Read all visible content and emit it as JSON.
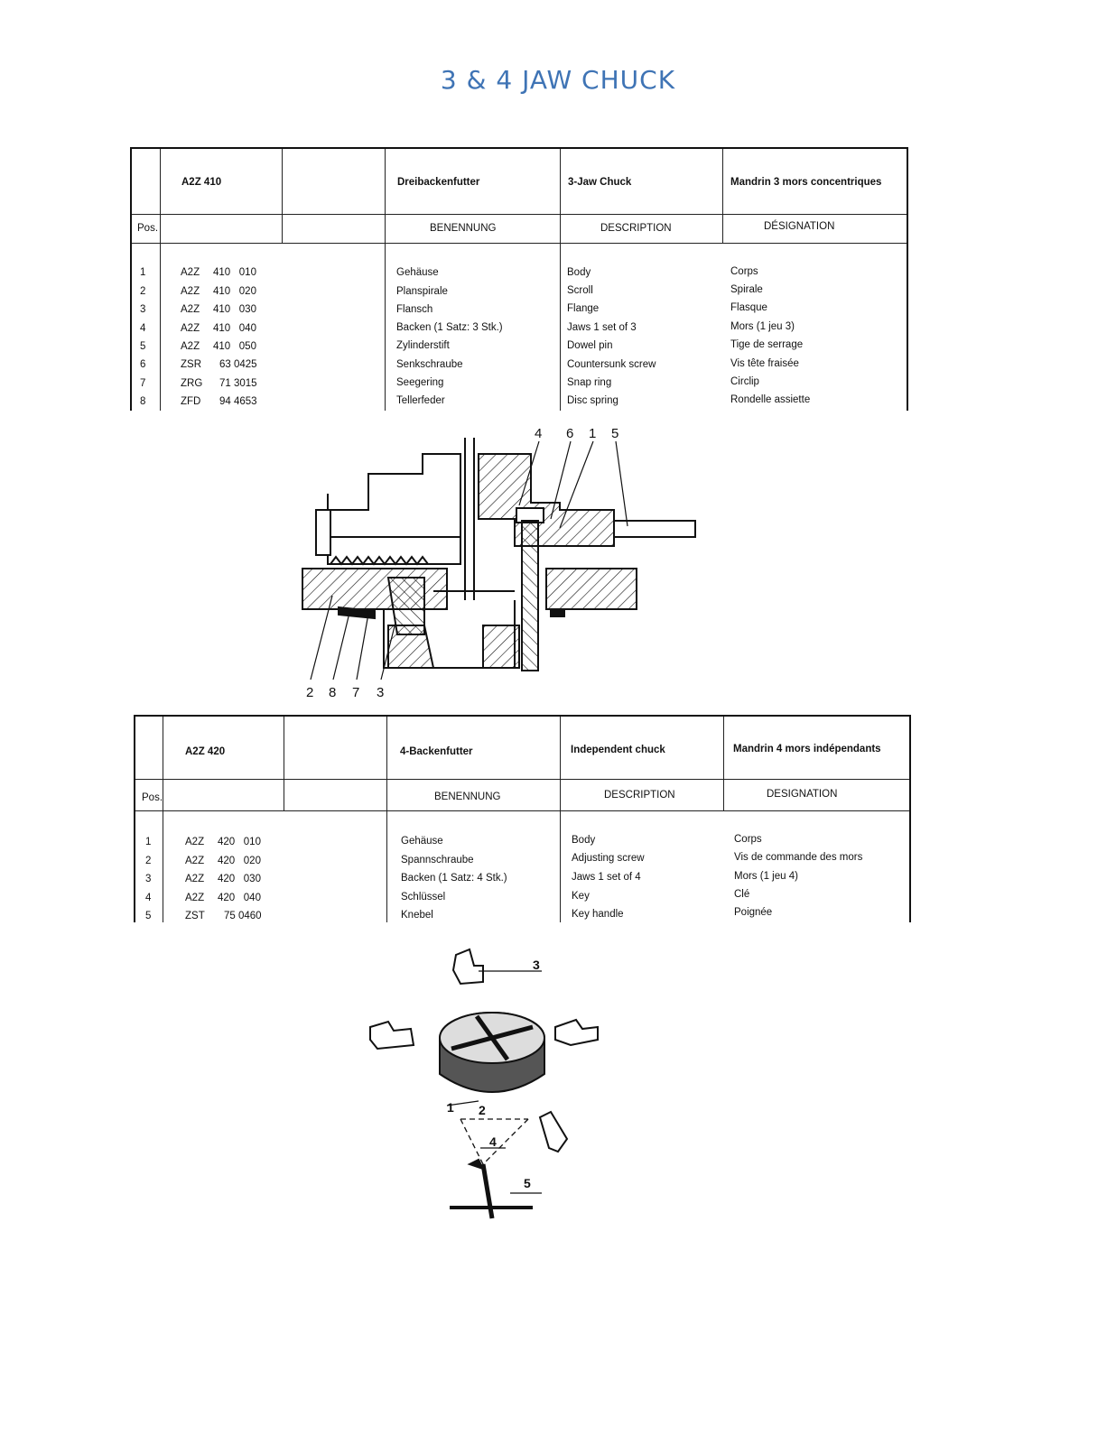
{
  "page": {
    "title": "3 & 4 JAW CHUCK"
  },
  "table_3jaw": {
    "code": "A2Z   410",
    "name_de": "Dreibackenfutter",
    "name_en": "3-Jaw Chuck",
    "name_fr": "Mandrin 3 mors concentriques",
    "headers": {
      "pos": "Pos.",
      "de": "BENENNUNG",
      "en": "DESCRIPTION",
      "fr": "DÉSIGNATION"
    },
    "rows": [
      {
        "pos": "1",
        "prefix": "A2Z",
        "num": "410   010",
        "de": "Gehäuse",
        "en": "Body",
        "fr": "Corps"
      },
      {
        "pos": "2",
        "prefix": "A2Z",
        "num": "410   020",
        "de": "Planspirale",
        "en": "Scroll",
        "fr": "Spirale"
      },
      {
        "pos": "3",
        "prefix": "A2Z",
        "num": "410   030",
        "de": "Flansch",
        "en": "Flange",
        "fr": "Flasque"
      },
      {
        "pos": "4",
        "prefix": "A2Z",
        "num": "410   040",
        "de": "Backen (1 Satz: 3 Stk.)",
        "en": "Jaws 1 set of 3",
        "fr": "Mors (1 jeu 3)"
      },
      {
        "pos": "5",
        "prefix": "A2Z",
        "num": "410   050",
        "de": "Zylinderstift",
        "en": "Dowel pin",
        "fr": "Tige de serrage"
      },
      {
        "pos": "6",
        "prefix": "ZSR",
        "num": "63 0425",
        "de": "Senkschraube",
        "en": "Countersunk screw",
        "fr": "Vis tête fraisée"
      },
      {
        "pos": "7",
        "prefix": "ZRG",
        "num": "71 3015",
        "de": "Seegering",
        "en": "Snap ring",
        "fr": "Circlip"
      },
      {
        "pos": "8",
        "prefix": "ZFD",
        "num": "94 4653",
        "de": "Tellerfeder",
        "en": "Disc spring",
        "fr": "Rondelle assiette"
      }
    ]
  },
  "drawing_3jaw": {
    "callouts_top": [
      "4",
      "6",
      "1",
      "5"
    ],
    "callouts_bottom": [
      "2",
      "8",
      "7",
      "3"
    ]
  },
  "table_4jaw": {
    "code": "A2Z   420",
    "name_de": "4-Backenfutter",
    "name_en": "Independent chuck",
    "name_fr": "Mandrin 4 mors indépendants",
    "headers": {
      "pos": "Pos.",
      "de": "BENENNUNG",
      "en": "DESCRIPTION",
      "fr": "DESIGNATION"
    },
    "rows": [
      {
        "pos": "1",
        "prefix": "A2Z",
        "num": "420   010",
        "de": "Gehäuse",
        "en": "Body",
        "fr": "Corps"
      },
      {
        "pos": "2",
        "prefix": "A2Z",
        "num": "420   020",
        "de": "Spannschraube",
        "en": "Adjusting screw",
        "fr": "Vis de commande des mors"
      },
      {
        "pos": "3",
        "prefix": "A2Z",
        "num": "420   030",
        "de": "Backen (1 Satz: 4 Stk.)",
        "en": "Jaws 1 set of 4",
        "fr": "Mors (1 jeu 4)"
      },
      {
        "pos": "4",
        "prefix": "A2Z",
        "num": "420   040",
        "de": "Schlüssel",
        "en": "Key",
        "fr": "Clé"
      },
      {
        "pos": "5",
        "prefix": "ZST",
        "num": "75 0460",
        "de": "Knebel",
        "en": "Key handle",
        "fr": "Poignée"
      }
    ]
  },
  "drawing_4jaw": {
    "callouts": [
      "3",
      "1",
      "2",
      "4",
      "5"
    ]
  }
}
